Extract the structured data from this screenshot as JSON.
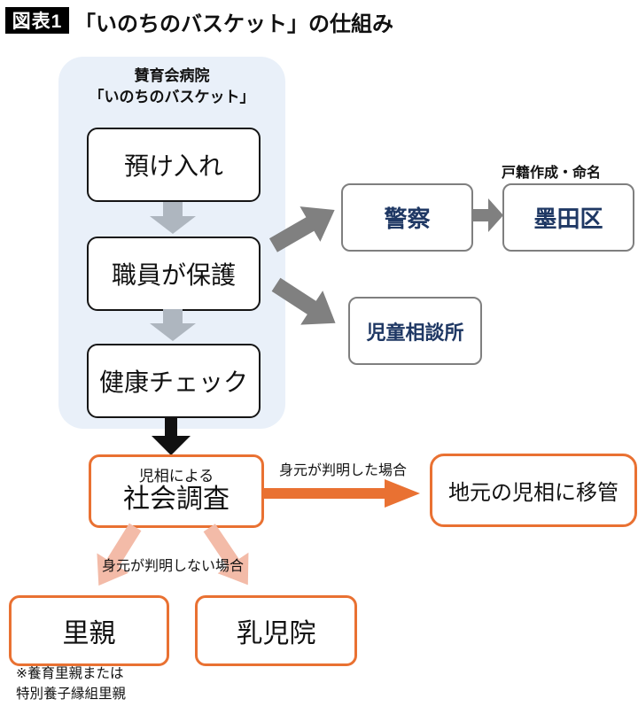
{
  "title": {
    "badge": "図表1",
    "text": "「いのちのバスケット」の仕組み"
  },
  "hospital_panel": {
    "header_line1": "賛育会病院",
    "header_line2": "「いのちのバスケット」",
    "steps": [
      "預け入れ",
      "職員が保護",
      "健康チェック"
    ]
  },
  "right_flow": {
    "police": "警察",
    "sumida_label": "戸籍作成・命名",
    "sumida": "墨田区",
    "child_center": "児童相談所"
  },
  "survey": {
    "line1": "児相による",
    "line2": "社会調査"
  },
  "transfer": {
    "arrow_label": "身元が判明した場合",
    "box": "地元の児相に移管"
  },
  "bottom": {
    "arrow_label": "身元が判明しない場合",
    "foster": "里親",
    "infant_home": "乳児院",
    "note_line1": "※養育里親または",
    "note_line2": "特別養子縁組里親"
  },
  "colors": {
    "panel_bg": "#e9f0f9",
    "orange": "#e97132",
    "salmon": "#f3bba8",
    "dark_gray": "#808080",
    "light_gray_arrow": "#aeb6bf",
    "navy_text": "#1f3864",
    "gray_border": "#7f7f7f",
    "black": "#111111"
  }
}
